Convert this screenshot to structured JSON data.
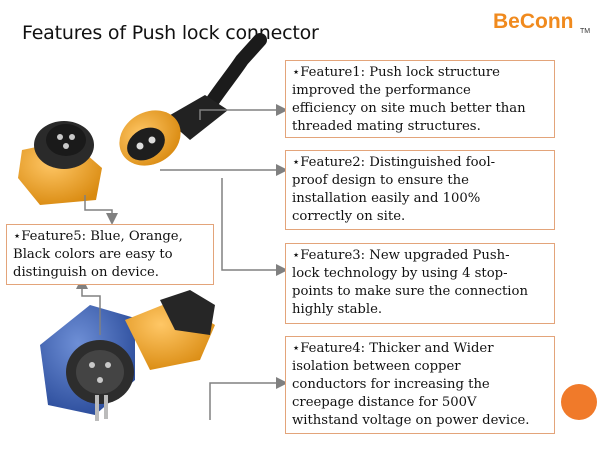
{
  "slide": {
    "title": "Features of Push lock connector",
    "logo": "BeConn",
    "logo_tm": "TM"
  },
  "features": [
    {
      "id": "feature1",
      "lines": [
        "⋆Feature1: Push lock structure",
        "improved the performance",
        "efficiency on site much better than",
        "threaded mating structures."
      ]
    },
    {
      "id": "feature2",
      "lines": [
        "⋆Feature2: Distinguished fool-",
        "proof design to ensure the",
        "installation easily and 100%",
        "correctly on site."
      ]
    },
    {
      "id": "feature3",
      "lines": [
        "⋆Feature3: New upgraded Push-",
        "lock technology by using 4 stop-",
        "points to make sure the connection",
        "highly stable."
      ]
    },
    {
      "id": "feature4",
      "lines": [
        "⋆Feature4: Thicker and Wider",
        "isolation between copper",
        "conductors for increasing the",
        "creepage distance for 500V",
        "withstand voltage on power device."
      ]
    },
    {
      "id": "feature5",
      "lines": [
        "⋆Feature5: Blue, Orange,",
        "Black colors are easy to",
        "distinguish on device."
      ]
    }
  ],
  "colors": {
    "logo": "#f08a1e",
    "box_border": "#e3a47a",
    "connector_orange": "#f5a623",
    "connector_blue": "#3f63b8",
    "connector_black": "#1e1e1e",
    "arrow": "#808080",
    "accent_dot": "#f07a2a"
  }
}
